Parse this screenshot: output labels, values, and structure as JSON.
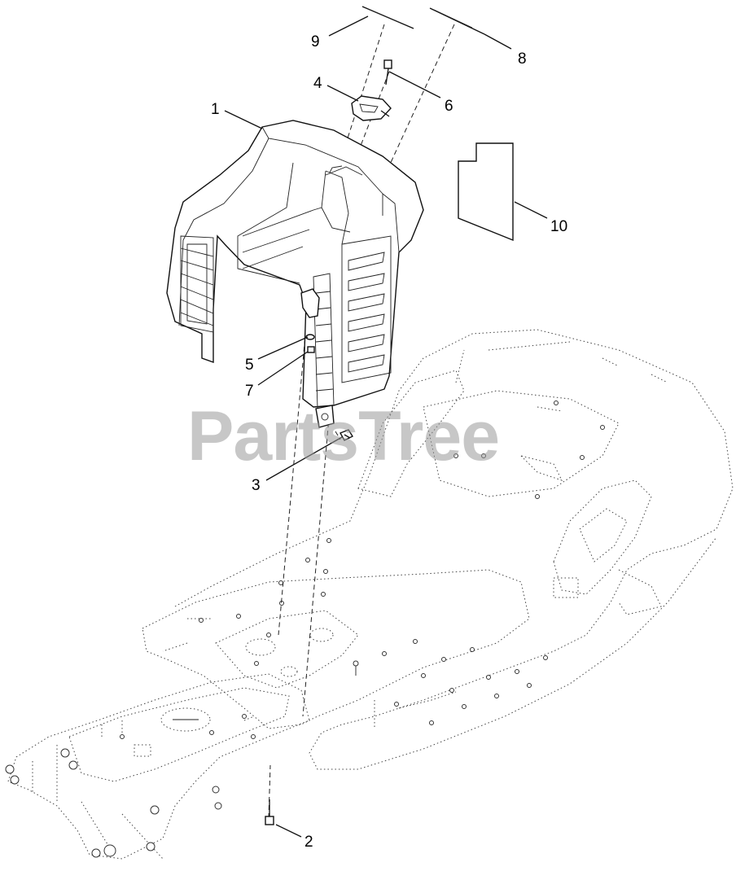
{
  "watermark": "PartsTree",
  "callouts": [
    {
      "id": "callout-1",
      "text": "1"
    },
    {
      "id": "callout-2",
      "text": "2"
    },
    {
      "id": "callout-3",
      "text": "3"
    },
    {
      "id": "callout-4",
      "text": "4"
    },
    {
      "id": "callout-5",
      "text": "5"
    },
    {
      "id": "callout-6",
      "text": "6"
    },
    {
      "id": "callout-7",
      "text": "7"
    },
    {
      "id": "callout-8",
      "text": "8"
    },
    {
      "id": "callout-9",
      "text": "9"
    },
    {
      "id": "callout-10",
      "text": "10"
    }
  ]
}
